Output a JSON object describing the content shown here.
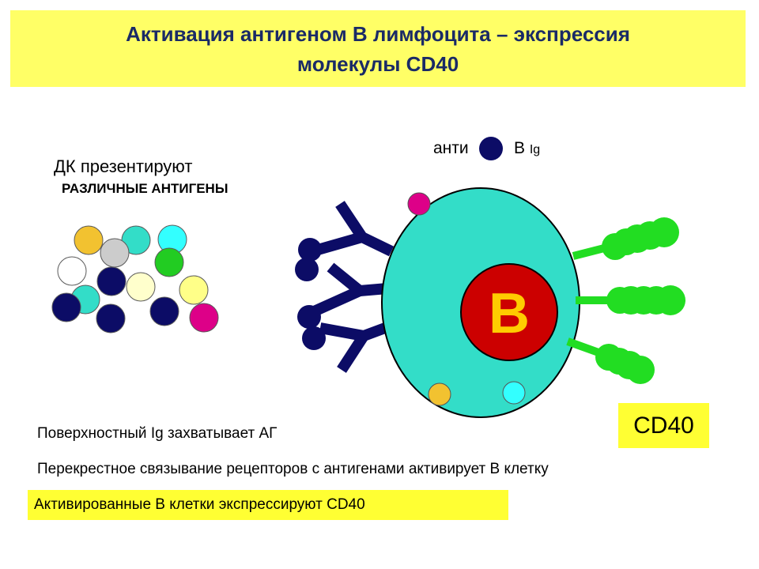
{
  "title": {
    "line1": "Активация  антигеном В лимфоцита – экспрессия",
    "line2": "молекулы CD40"
  },
  "labels": {
    "dc_presents": "ДК презентируют",
    "various_antigens": "РАЗЛИЧНЫЕ АНТИГЕНЫ",
    "antigen_top": "анти",
    "b_ig_letter": "В ",
    "b_ig_suffix": "Ig",
    "cell_letter": "B",
    "cd40": "CD40"
  },
  "statements": {
    "line1": "Поверхностный Ig захватывает АГ",
    "line2": "Перекрестное связывание рецепторов с антигенами активирует В клетку",
    "line3": "Активированные В клетки экспрессируют CD40"
  },
  "colors": {
    "title_bg": "#ffff66",
    "highlight": "#ffff33",
    "navy": "#0c0c66",
    "cell": "#33ddc8",
    "nucleus": "#cc0000",
    "nucleus_letter": "#ffcc00",
    "cd40": "#22dd22",
    "orange": "#f2c230",
    "cyan": "#33ffff",
    "magenta": "#dd0088",
    "green": "#22cc22",
    "gray": "#cccccc",
    "yellow": "#ffff88",
    "cream": "#ffffcc"
  }
}
